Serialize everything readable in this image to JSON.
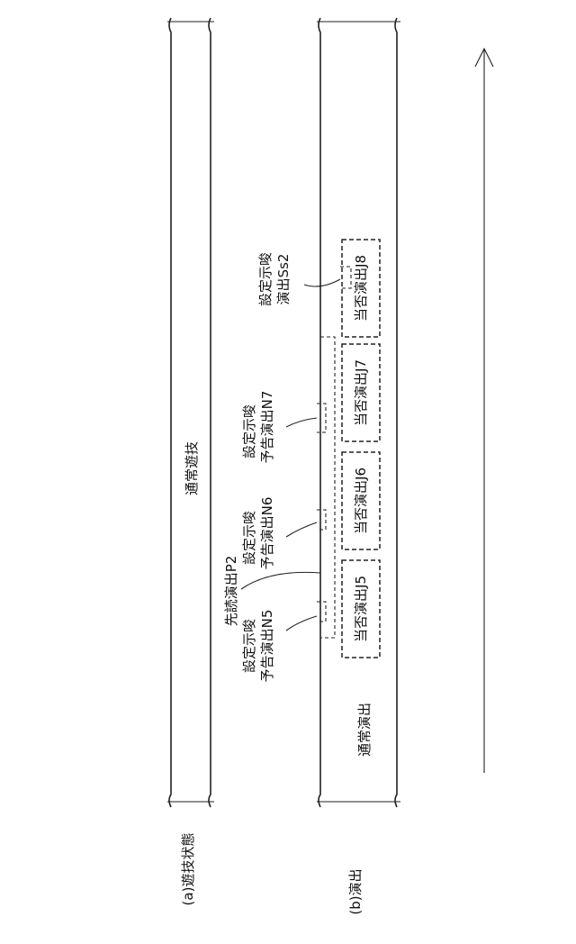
{
  "rows": {
    "a_label": "(a)遊技状態",
    "b_label": "(b)演出"
  },
  "bars": {
    "a_state": "通常遊技",
    "b_normal": "通常演出"
  },
  "judgments": [
    "当否演出J5",
    "当否演出J6",
    "当否演出J7",
    "当否演出J8"
  ],
  "annotations": {
    "n5_line1": "設定示唆",
    "n5_line2": "予告演出N5",
    "p2": "先読演出P2",
    "n6_line1": "設定示唆",
    "n6_line2": "予告演出N6",
    "n7_line1": "設定示唆",
    "n7_line2": "予告演出N7",
    "ss2_line1": "設定示唆",
    "ss2_line2": "演出Ss2"
  }
}
